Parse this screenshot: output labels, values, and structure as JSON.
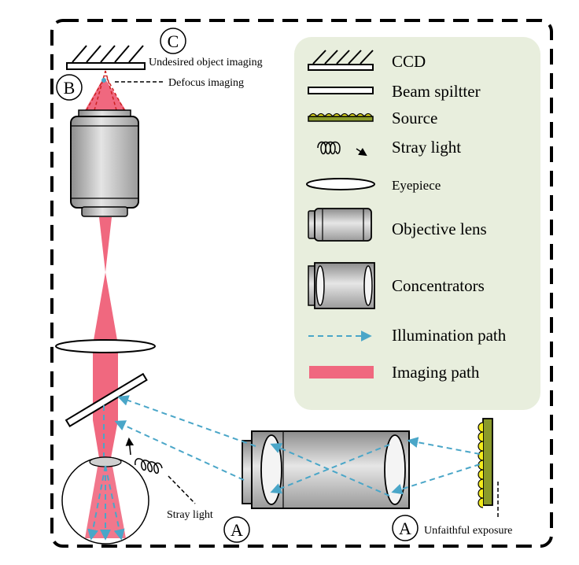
{
  "legend": {
    "ccd": "CCD",
    "beam_splitter": "Beam spiltter",
    "source": "Source",
    "stray_light": "Stray light",
    "eyepiece": "Eyepiece",
    "objective_lens": "Objective lens",
    "concentrators": "Concentrators",
    "illumination_path": "Illumination path",
    "imaging_path": "Imaging path"
  },
  "annotations": {
    "undesired_object_imaging": "Undesired object imaging",
    "defocus_imaging": "Defocus imaging",
    "stray_light": "Stray light",
    "unfaithful_exposure": "Unfaithful exposure"
  },
  "markers": {
    "a1": "A",
    "a2": "A",
    "b": "B",
    "c": "C"
  },
  "colors": {
    "imaging": "#f0687f",
    "illumination": "#4aa6c8",
    "legend_bg": "#e8eedd",
    "source_green": "#8a9a2a",
    "source_yellow": "#f2ea1c"
  }
}
